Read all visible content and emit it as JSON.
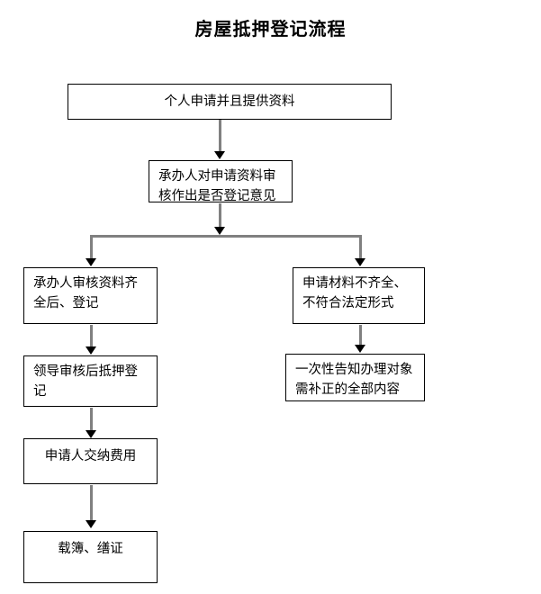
{
  "document": {
    "title": "房屋抵押登记流程",
    "type": "flowchart",
    "language": "zh-CN"
  },
  "colors": {
    "box_border": "#000000",
    "box_fill": "#ffffff",
    "connector_line": "#808080",
    "arrow_head": "#000000",
    "text": "#000000",
    "page_background": "#ffffff"
  },
  "nodes": {
    "start": "个人申请并且提供资料",
    "review": "承办人对申请资料审核作出是否登记意见",
    "left_1": "承办人审核资料齐全后、登记",
    "left_2": "领导审核后抵押登记",
    "left_3": "申请人交纳费用",
    "left_4": "载簿、缮证",
    "right_1": "申请材料不齐全、不符合法定形式",
    "right_2": "一次性告知办理对象需补正的全部内容"
  },
  "flow": {
    "edges": [
      {
        "from": "start",
        "to": "review"
      },
      {
        "from": "review",
        "to": "left_1"
      },
      {
        "from": "review",
        "to": "right_1"
      },
      {
        "from": "left_1",
        "to": "left_2"
      },
      {
        "from": "left_2",
        "to": "left_3"
      },
      {
        "from": "left_3",
        "to": "left_4"
      },
      {
        "from": "right_1",
        "to": "right_2"
      }
    ]
  }
}
